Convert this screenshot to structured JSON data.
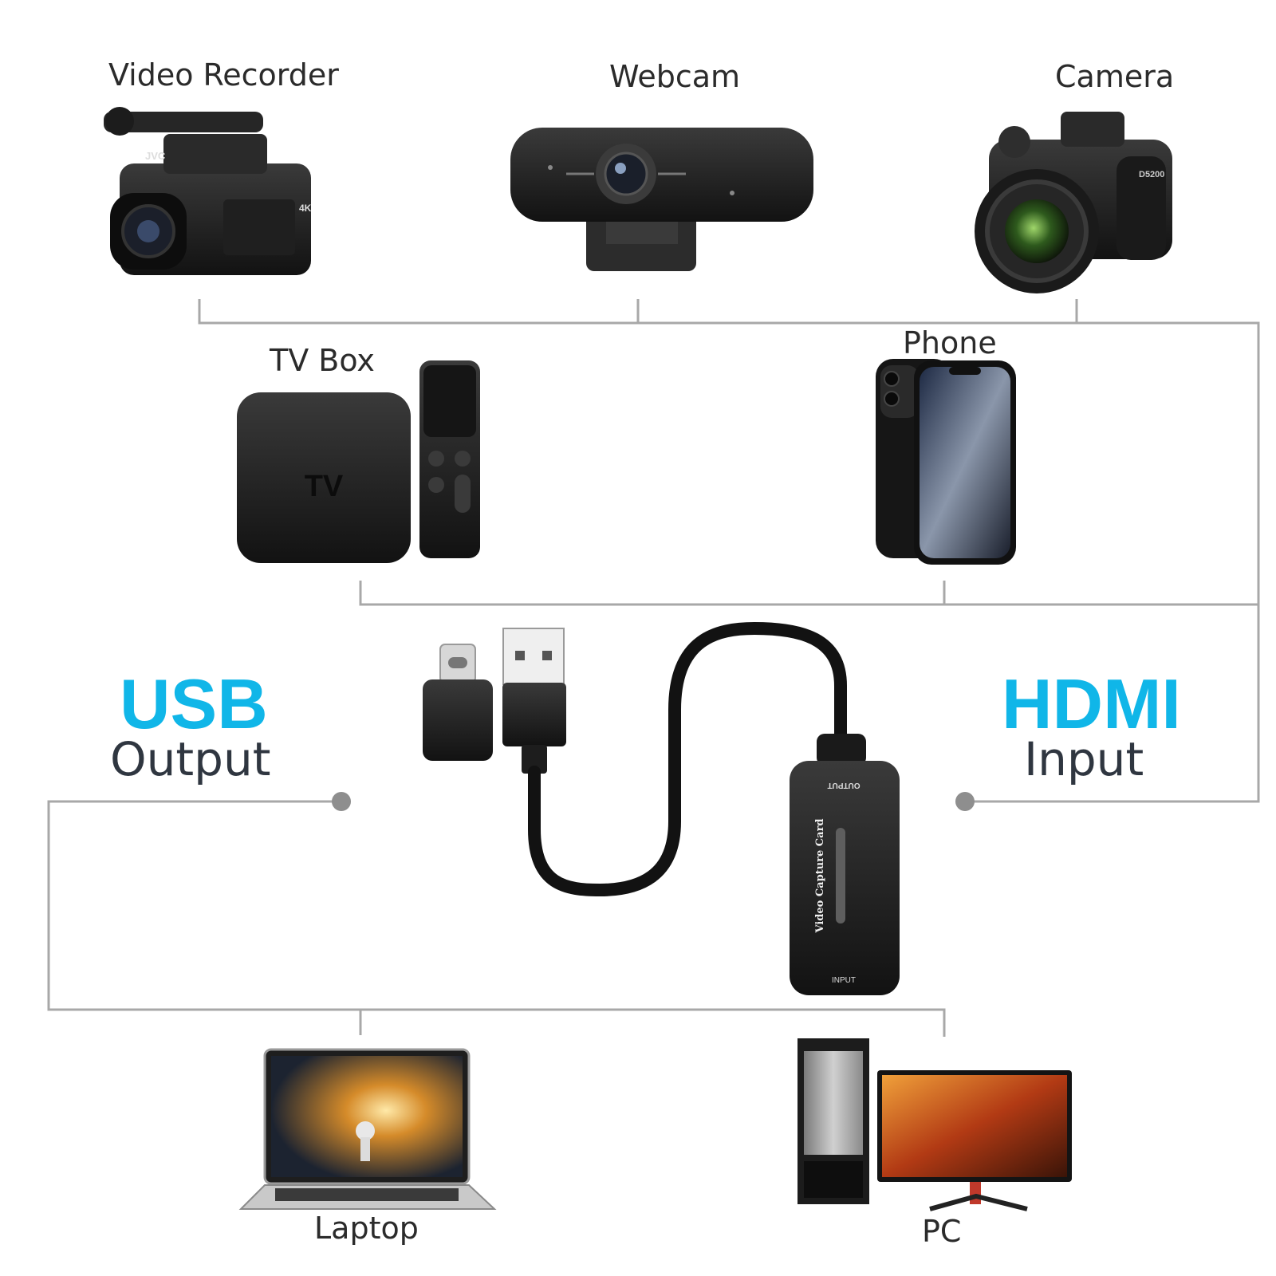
{
  "diagram": {
    "sources": {
      "video_recorder": "Video Recorder",
      "webcam": "Webcam",
      "camera": "Camera",
      "tv_box": "TV Box",
      "phone": "Phone"
    },
    "destinations": {
      "laptop": "Laptop",
      "pc": "PC"
    },
    "usb_output": {
      "title": "USB",
      "subtitle": "Output"
    },
    "hdmi_input": {
      "title": "HDMI",
      "subtitle": "Input"
    },
    "device_text": {
      "tv_logo": "TV",
      "capture_card_name": "Video Capture Card",
      "capture_output_port": "OUTPUT",
      "capture_input_port": "INPUT",
      "camcorder_brand": "JVC",
      "camcorder_badge": "4K",
      "camera_model": "D5200"
    },
    "colors": {
      "accent": "#10b6e8",
      "connector_line": "#a8a8a8",
      "label_text": "#2b2b2b",
      "device_body": "#1a1a1a"
    }
  }
}
